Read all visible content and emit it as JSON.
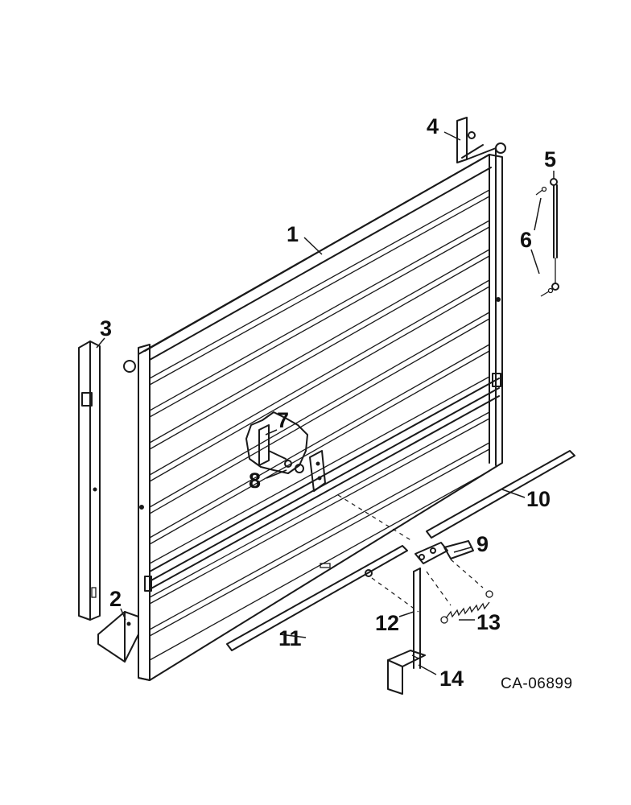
{
  "drawing_code": "CA-06899",
  "callouts": [
    "1",
    "2",
    "3",
    "4",
    "5",
    "6",
    "7",
    "8",
    "9",
    "10",
    "11",
    "12",
    "13",
    "14"
  ]
}
